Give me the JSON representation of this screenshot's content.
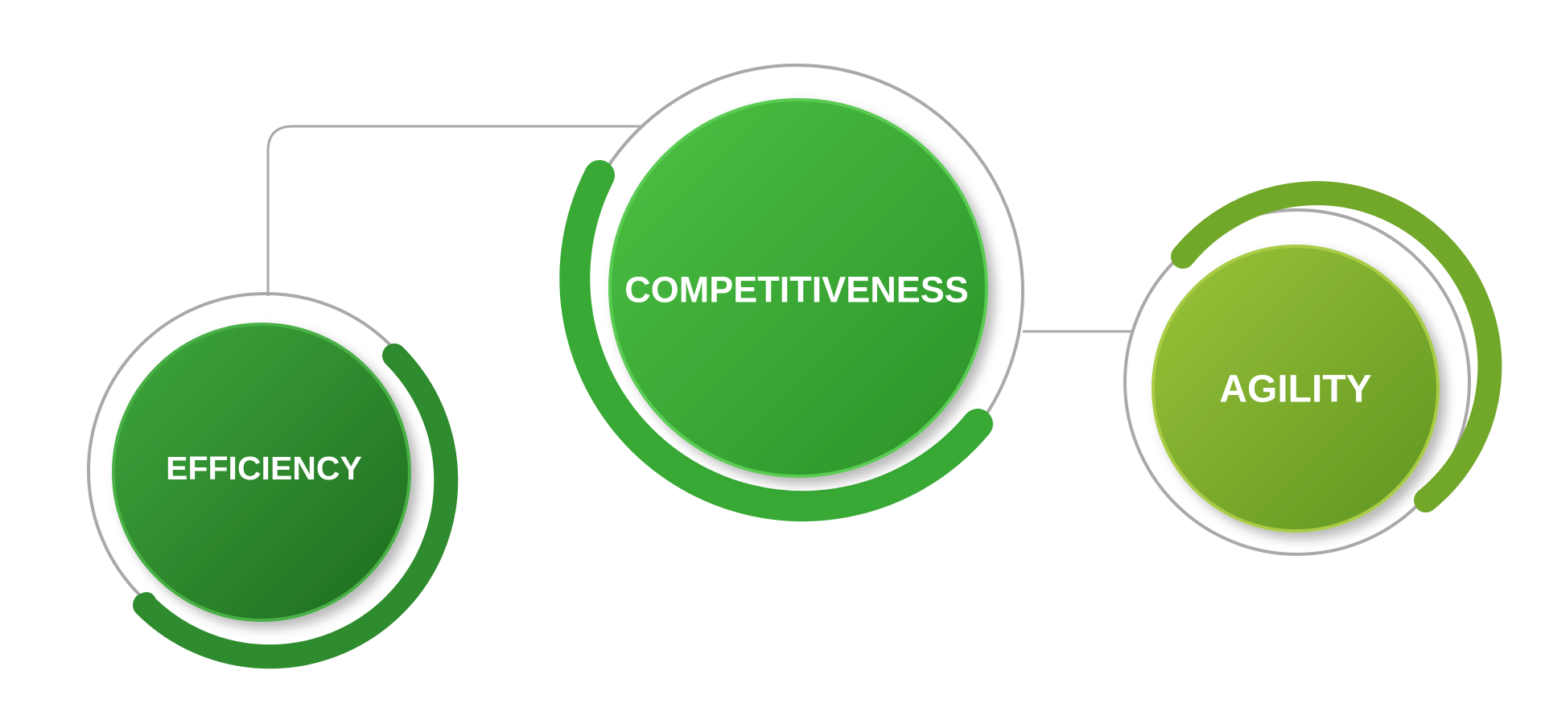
{
  "nodes": {
    "efficiency": {
      "label": "EFFICIENCY",
      "color_light": "#3FA83C",
      "color_dark": "#1E6B1F",
      "arc_color": "#2E8B2E"
    },
    "competitiveness": {
      "label": "COMPETITIVENESS",
      "color_light": "#4DC244",
      "color_dark": "#2A9128",
      "arc_color": "#38A935"
    },
    "agility": {
      "label": "AGILITY",
      "color_light": "#9BC338",
      "color_dark": "#5E9522",
      "arc_color": "#72A82A"
    }
  },
  "connector_color": "#A9A9A9"
}
